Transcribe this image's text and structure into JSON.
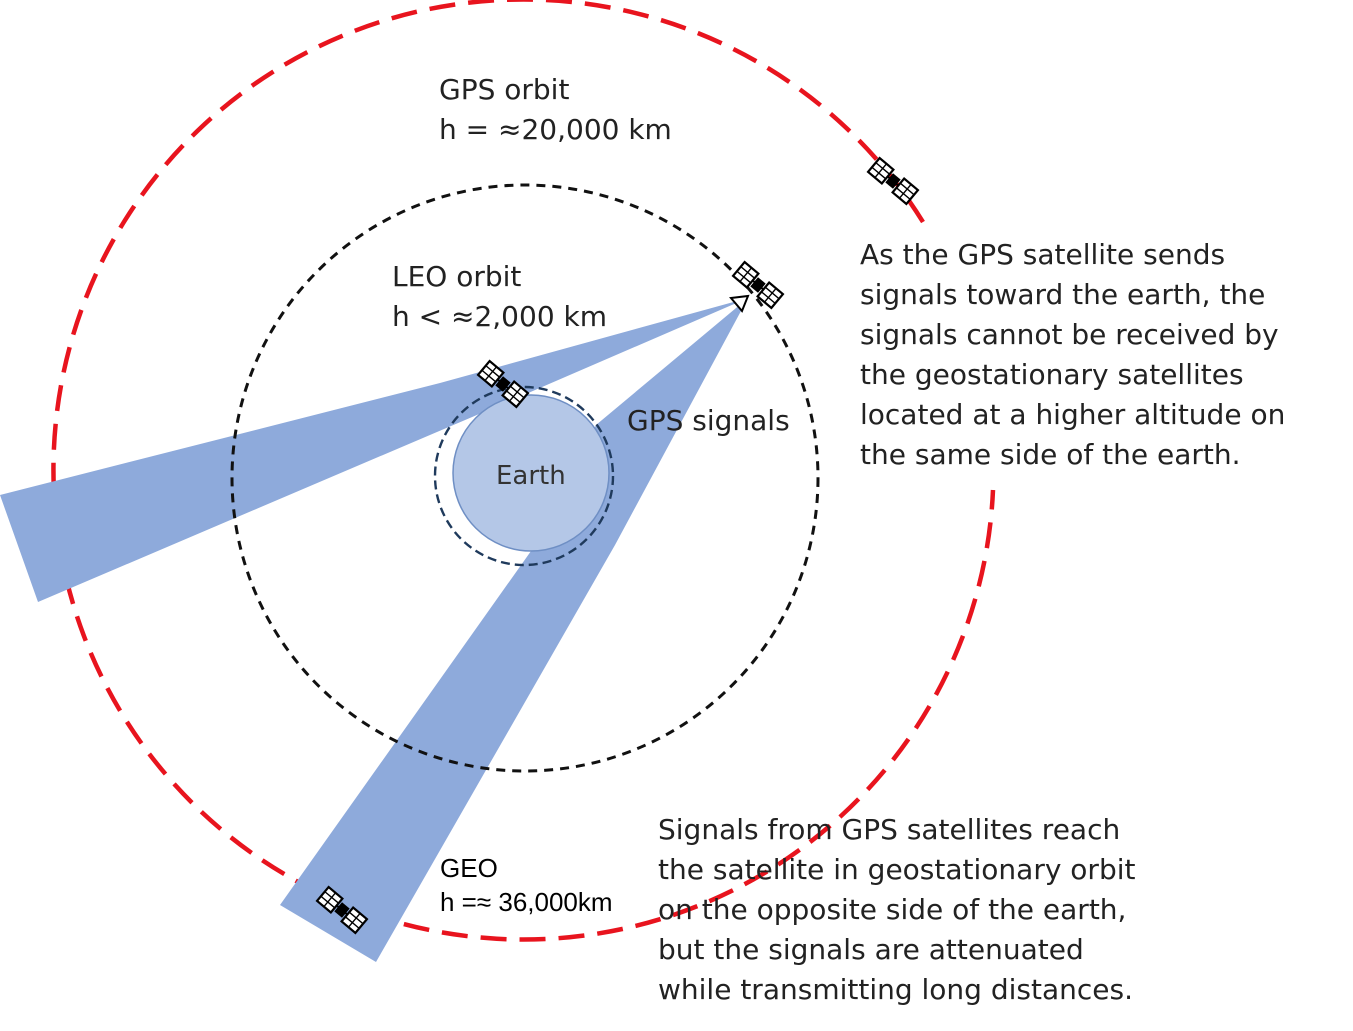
{
  "labels": {
    "gps_orbit_line1": "GPS orbit",
    "gps_orbit_line2": "h = ≈20,000 km",
    "leo_orbit_line1": "LEO orbit",
    "leo_orbit_line2": "h < ≈2,000 km",
    "gps_signals": "GPS signals",
    "earth": "Earth",
    "geo_line1": "GEO",
    "geo_line2": "h =≈ 36,000km"
  },
  "notes": {
    "same_side": "As the GPS satellite sends\nsignals toward the earth, the\nsignals cannot be received by\nthe geostationary satellites\nlocated at a higher altitude on\nthe same side of the earth.",
    "opposite_side": "Signals from GPS satellites reach\nthe satellite in geostationary orbit\non the opposite side of the earth,\nbut the signals are attenuated\nwhile transmitting long distances."
  },
  "colors": {
    "geo_orbit": "#e8141e",
    "gps_orbit": "#111111",
    "leo_orbit": "#1f3a5c",
    "earth_fill": "#b4c7e7",
    "earth_stroke": "#6f8fc4",
    "signal_beam": "#8eaadb"
  },
  "icons": {
    "satellite": "satellite-icon"
  }
}
